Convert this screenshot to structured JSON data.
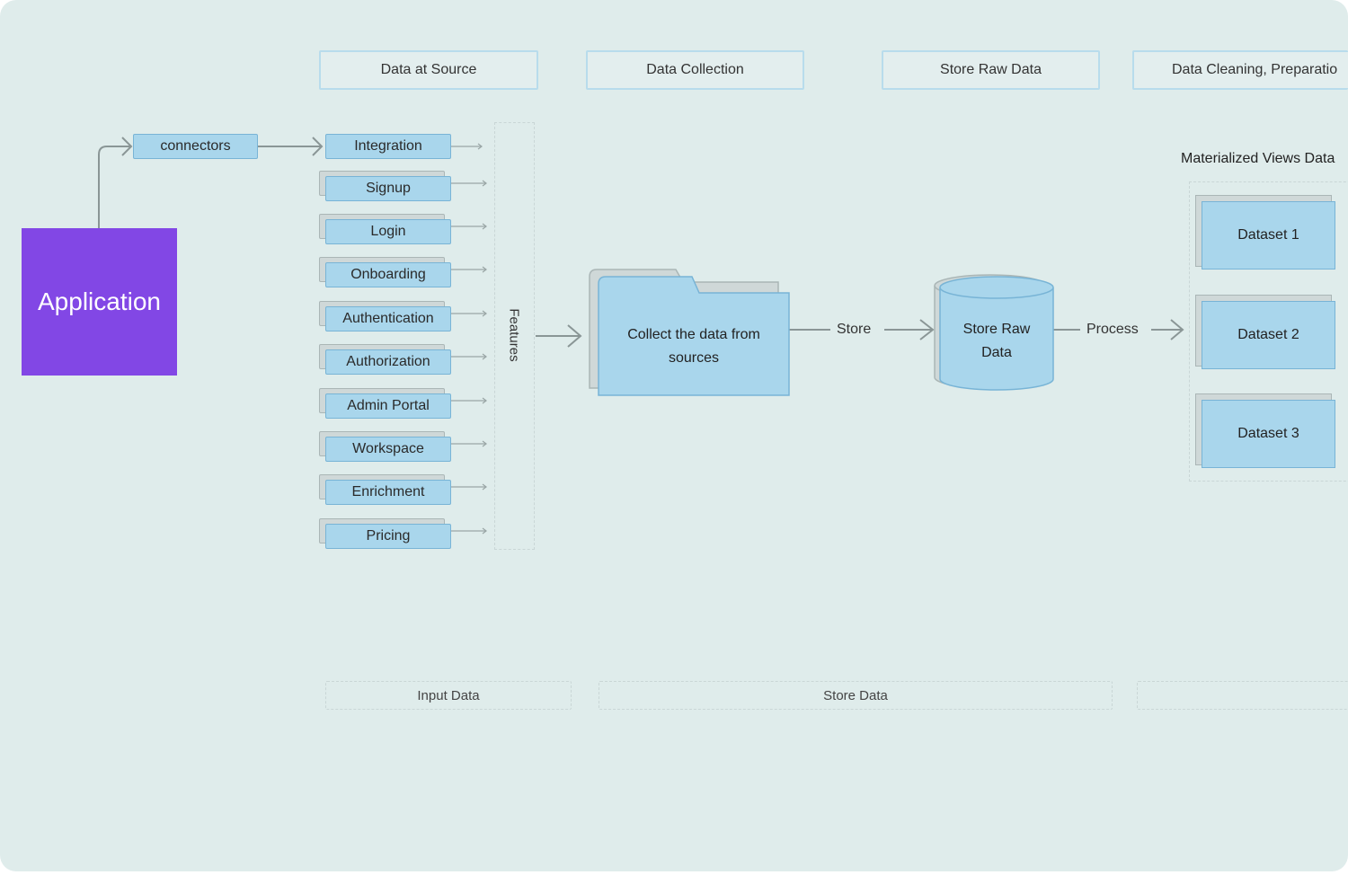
{
  "columns": [
    {
      "label": "Data at Source"
    },
    {
      "label": "Data Collection"
    },
    {
      "label": "Store Raw Data"
    },
    {
      "label": "Data Cleaning, Preparatio"
    }
  ],
  "application": {
    "label": "Application"
  },
  "connectors": {
    "label": "connectors"
  },
  "features": {
    "label": "Features",
    "items": [
      "Integration",
      "Signup",
      "Login",
      "Onboarding",
      "Authentication",
      "Authorization",
      "Admin Portal",
      "Workspace",
      "Enrichment",
      "Pricing"
    ]
  },
  "collect": {
    "line1": "Collect the data from",
    "line2": "sources"
  },
  "store_arrow": {
    "label": "Store"
  },
  "raw_store": {
    "line1": "Store Raw",
    "line2": "Data"
  },
  "process_arrow": {
    "label": "Process"
  },
  "materialized": {
    "title": "Materialized Views Data",
    "datasets": [
      "Dataset 1",
      "Dataset 2",
      "Dataset 3"
    ]
  },
  "footer": [
    {
      "label": "Input Data"
    },
    {
      "label": "Store Data"
    },
    {
      "label": ""
    }
  ],
  "colors": {
    "background": "#dfeceb",
    "application": "#8247e5",
    "node_fill": "#a9d6ec",
    "node_border": "#78b4d6"
  }
}
